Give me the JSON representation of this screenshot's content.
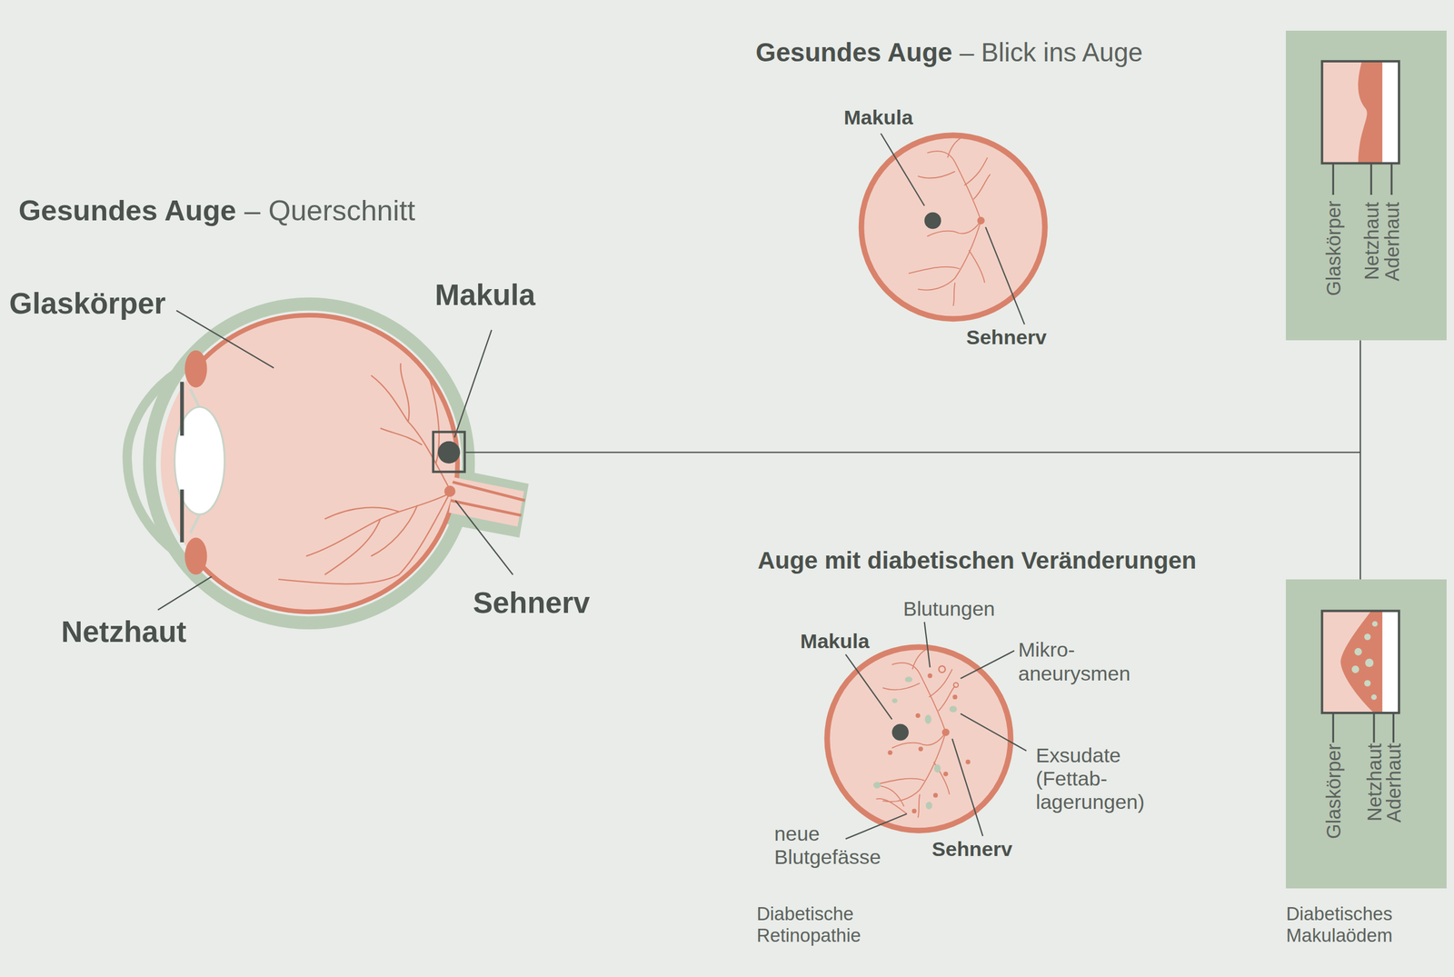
{
  "diagram": {
    "nodes": [
      {
        "text": [
          "Glaskörper",
          "Netzhaut",
          "Aderhaut"
        ]
      },
      {
        "text": [
          "Glaskörper",
          "Netzhaut",
          "Aderhaut",
          "Diabetisches Makulaödem"
        ]
      }
    ],
    "edges": [
      {
        "from": 0,
        "to": 1,
        "arrow": "none"
      }
    ],
    "labels": [
      "Gesundes Auge",
      "– Blick ins Auge",
      "Makula",
      "Sehnerv",
      "Gesundes Auge",
      "– Querschnitt",
      "Glaskörper",
      "Makula",
      "Netzhaut",
      "Sehnerv",
      "Auge mit diabetischen Veränderungen",
      "Blutungen",
      "Makula",
      "Mikro- aneurysmen",
      "Exsudate (Fettab- lagerungen)",
      "neue Blutgefässe",
      "Sehnerv",
      "Diabetische Retinopathie"
    ]
  }
}
